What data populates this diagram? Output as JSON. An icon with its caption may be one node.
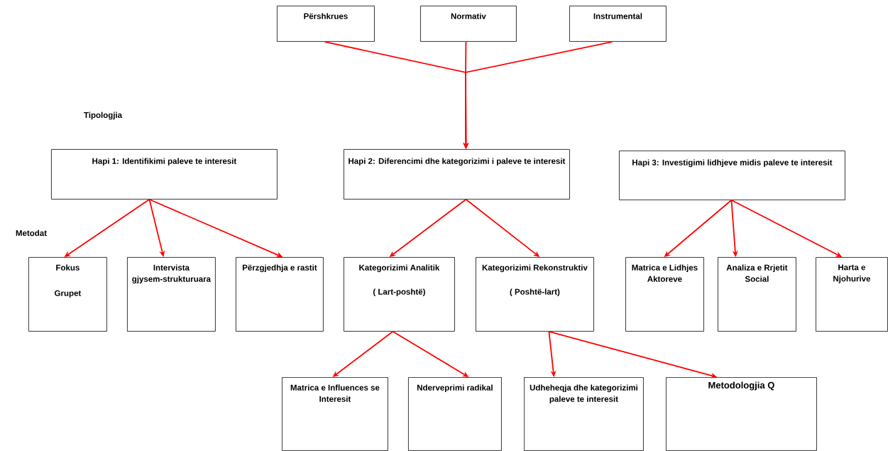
{
  "diagram": {
    "nodes": [
      {
        "text": [
          "Përshkrues"
        ]
      },
      {
        "text": [
          "Normativ"
        ]
      },
      {
        "text": [
          "Instrumental"
        ]
      },
      {
        "text": [
          "Hapi 1: Identifikimi paleve te interesit"
        ]
      },
      {
        "text": [
          "Hapi 2: Diferencimi dhe kategorizimi i paleve te interesit"
        ]
      },
      {
        "text": [
          "Hapi 3: Investigimi lidhjeve midis paleve te interesit"
        ]
      },
      {
        "text": [
          "Fokus",
          "Grupet"
        ]
      },
      {
        "text": [
          "Intervista gjysem-strukturuara"
        ]
      },
      {
        "text": [
          "Përzgjedhja e rastit"
        ]
      },
      {
        "text": [
          "Kategorizimi Analitik",
          "( Lart-poshtë)"
        ]
      },
      {
        "text": [
          "Kategorizimi Rekonstruktiv",
          "( Poshtë-lart)"
        ]
      },
      {
        "text": [
          "Matrica e Lidhjes Aktoreve"
        ]
      },
      {
        "text": [
          "Analiza e Rrjetit Social"
        ]
      },
      {
        "text": [
          "Harta e Njohurive"
        ]
      },
      {
        "text": [
          "Matrica e Influences se Interesit"
        ]
      },
      {
        "text": [
          "Nderveprimi radikal"
        ]
      },
      {
        "text": [
          "Udheheqja dhe kategorizimi paleve te interesit"
        ]
      },
      {
        "text": [
          "Metodologjia Q"
        ]
      }
    ],
    "edges": [
      {
        "from": 0,
        "to": 4,
        "arrow": "to"
      },
      {
        "from": 1,
        "to": 4,
        "arrow": "to"
      },
      {
        "from": 2,
        "to": 4,
        "arrow": "to"
      },
      {
        "from": 3,
        "to": 6,
        "arrow": "to"
      },
      {
        "from": 3,
        "to": 7,
        "arrow": "to"
      },
      {
        "from": 3,
        "to": 8,
        "arrow": "to"
      },
      {
        "from": 4,
        "to": 9,
        "arrow": "to"
      },
      {
        "from": 4,
        "to": 10,
        "arrow": "to"
      },
      {
        "from": 5,
        "to": 11,
        "arrow": "to"
      },
      {
        "from": 5,
        "to": 12,
        "arrow": "to"
      },
      {
        "from": 5,
        "to": 13,
        "arrow": "to"
      },
      {
        "from": 9,
        "to": 14,
        "arrow": "to"
      },
      {
        "from": 9,
        "to": 15,
        "arrow": "to"
      },
      {
        "from": 10,
        "to": 16,
        "arrow": "to"
      },
      {
        "from": 10,
        "to": 17,
        "arrow": "to"
      }
    ],
    "labels": [
      "Tipologjia",
      "Metodat"
    ]
  }
}
